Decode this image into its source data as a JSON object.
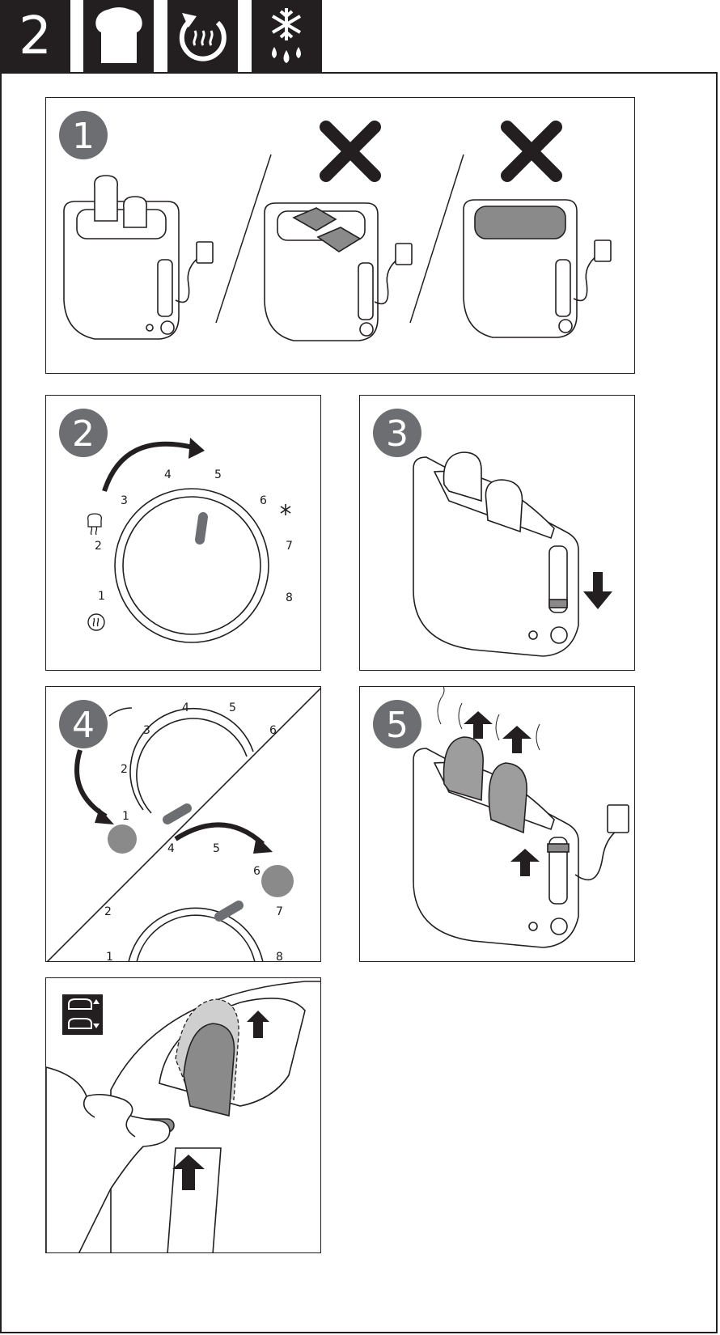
{
  "header": {
    "section_number": "2",
    "icons": [
      "bread-slice-icon",
      "reheat-icon",
      "defrost-icon"
    ]
  },
  "steps": [
    {
      "number": "1",
      "forbidden_marks": [
        "cross-icon",
        "cross-icon"
      ]
    },
    {
      "number": "2",
      "dial_labels": [
        "1",
        "2",
        "3",
        "4",
        "5",
        "6",
        "7",
        "8"
      ]
    },
    {
      "number": "3"
    },
    {
      "number": "4",
      "upper_dial_labels": [
        "1",
        "2",
        "3",
        "4",
        "5",
        "6"
      ],
      "lower_dial_labels": [
        "1",
        "2",
        "4",
        "5",
        "6",
        "7",
        "8"
      ]
    },
    {
      "number": "5"
    },
    {
      "number": "",
      "icon": "lift-toast-icon"
    }
  ],
  "colors": {
    "ink": "#231f20",
    "badge": "#6d6e71",
    "accent_gray": "#8a8a8a",
    "bread_fill": "#9d9d9d"
  }
}
